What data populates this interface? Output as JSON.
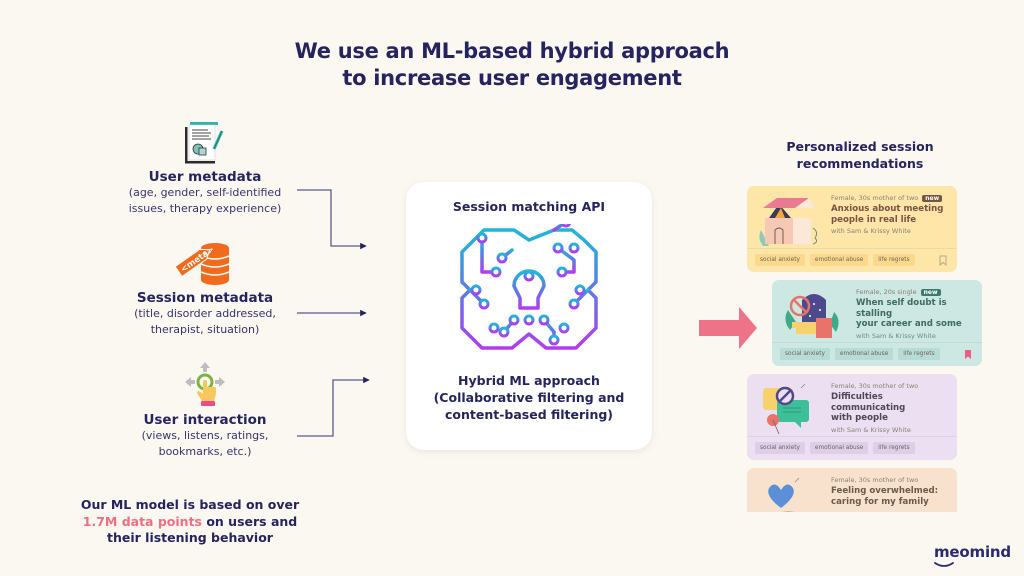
{
  "title": {
    "line1": "We use an ML-based hybrid approach",
    "line2": "to increase user engagement"
  },
  "inputs": [
    {
      "icon": "document-edit-icon",
      "label": "User metadata",
      "desc_line1": "(age, gender, self-identified",
      "desc_line2": "issues, therapy experience)"
    },
    {
      "icon": "meta-tag-database-icon",
      "label": "Session metadata",
      "desc_line1": "(title, disorder addressed,",
      "desc_line2": "therapist, situation)",
      "tag_text": "<meta>"
    },
    {
      "icon": "tap-gesture-icon",
      "label": "User interaction",
      "desc_line1": "(views, listens, ratings,",
      "desc_line2": "bookmarks, etc.)"
    }
  ],
  "api": {
    "title": "Session matching API",
    "icon": "ai-brain-circuit-icon",
    "desc_line1": "Hybrid ML approach",
    "desc_line2": "(Collaborative filtering and",
    "desc_line3": "content-based filtering)"
  },
  "recommendations": {
    "title_line1": "Personalized session",
    "title_line2": "recommendations",
    "cards": [
      {
        "meta": "Female, 30s mother of two",
        "badge": "new",
        "title_line1": "Anxious about meeting",
        "title_line2": "people in real life",
        "with": "with Sam & Krissy White",
        "tags": [
          "social anxiety",
          "emotional abuse",
          "life regrets"
        ],
        "bookmarked": false,
        "bg": "#fde6a8",
        "tag_bg": "#fbd98c",
        "badge_bg": "#7a5343"
      },
      {
        "meta": "Female, 20s single",
        "badge": "new",
        "title_line1": "When self doubt is stalling",
        "title_line2": "your career and some",
        "with": "with Sam & Krissy White",
        "tags": [
          "social anxiety",
          "emotional abuse",
          "life regrets"
        ],
        "bookmarked": true,
        "bg": "#cde7e2",
        "tag_bg": "#b7dcd6",
        "badge_bg": "#3d7a6e"
      },
      {
        "meta": "Female, 30s mother of two",
        "badge": "",
        "title_line1": "Difficulties communicating",
        "title_line2": "with people",
        "with": "with Sam & Krissy White",
        "tags": [
          "social anxiety",
          "emotional abuse",
          "life regrets"
        ],
        "bookmarked": false,
        "bg": "#ecdff2",
        "tag_bg": "#e0cdea",
        "badge_bg": ""
      },
      {
        "meta": "Female, 30s mother of two",
        "badge": "",
        "title_line1": "Feeling overwhelmed:",
        "title_line2": "caring for my family",
        "with": "",
        "tags": [],
        "bookmarked": false,
        "bg": "#f9e2cd",
        "tag_bg": "",
        "badge_bg": ""
      }
    ]
  },
  "footnote": {
    "line1": "Our ML model is based on over",
    "highlight": "1.7M data points",
    "line2_rest": " on users and",
    "line3": "their listening behavior"
  },
  "logo": "meomind",
  "colors": {
    "navy": "#25245e",
    "accent_pink": "#ef6f82",
    "background": "#fbf8f2",
    "brain_gradient_top": "#1fb8d8",
    "brain_gradient_bottom": "#b13cf0"
  }
}
